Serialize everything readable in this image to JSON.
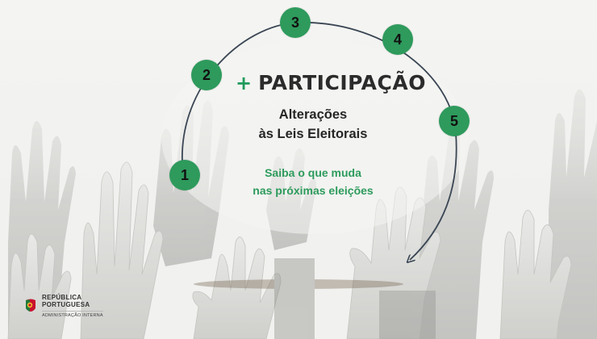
{
  "header": {
    "plus": "+",
    "title": "PARTICIPAÇÃO"
  },
  "subtitle": {
    "line1": "Alterações",
    "line2": "às Leis Eleitorais"
  },
  "tagline": {
    "line1": "Saiba o que muda",
    "line2": "nas próximas eleições"
  },
  "steps": [
    "1",
    "2",
    "3",
    "4",
    "5"
  ],
  "logo": {
    "line1": "REPÚBLICA",
    "line2": "PORTUGUESA",
    "sub": "ADMINISTRAÇÃO INTERNA"
  },
  "colors": {
    "accent": "#2e9a5c",
    "title": "#2b2b2b",
    "arc": "#3a4654"
  }
}
